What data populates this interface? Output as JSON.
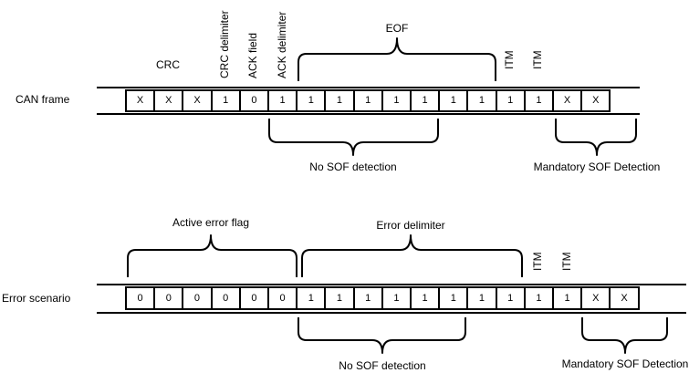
{
  "colors": {
    "ink": "#000000",
    "background": "#ffffff"
  },
  "can_frame": {
    "row_label": "CAN frame",
    "bits": [
      "X",
      "X",
      "X",
      "1",
      "0",
      "1",
      "1",
      "1",
      "1",
      "1",
      "1",
      "1",
      "1",
      "1",
      "1",
      "X",
      "X"
    ],
    "labels": {
      "crc": "CRC",
      "crc_delimiter": "CRC delimiter",
      "ack_field": "ACK field",
      "ack_delimiter": "ACK delimiter",
      "eof": "EOF",
      "itm_a": "ITM",
      "itm_b": "ITM",
      "no_sof": "No SOF detection",
      "mandatory_sof": "Mandatory SOF Detection"
    }
  },
  "error_scenario": {
    "row_label": "Error scenario",
    "bits": [
      "0",
      "0",
      "0",
      "0",
      "0",
      "0",
      "1",
      "1",
      "1",
      "1",
      "1",
      "1",
      "1",
      "1",
      "1",
      "1",
      "X",
      "X"
    ],
    "labels": {
      "active_error_flag": "Active error flag",
      "error_delimiter": "Error delimiter",
      "itm_a": "ITM",
      "itm_b": "ITM",
      "no_sof": "No SOF detection",
      "mandatory_sof": "Mandatory SOF Detection"
    }
  }
}
